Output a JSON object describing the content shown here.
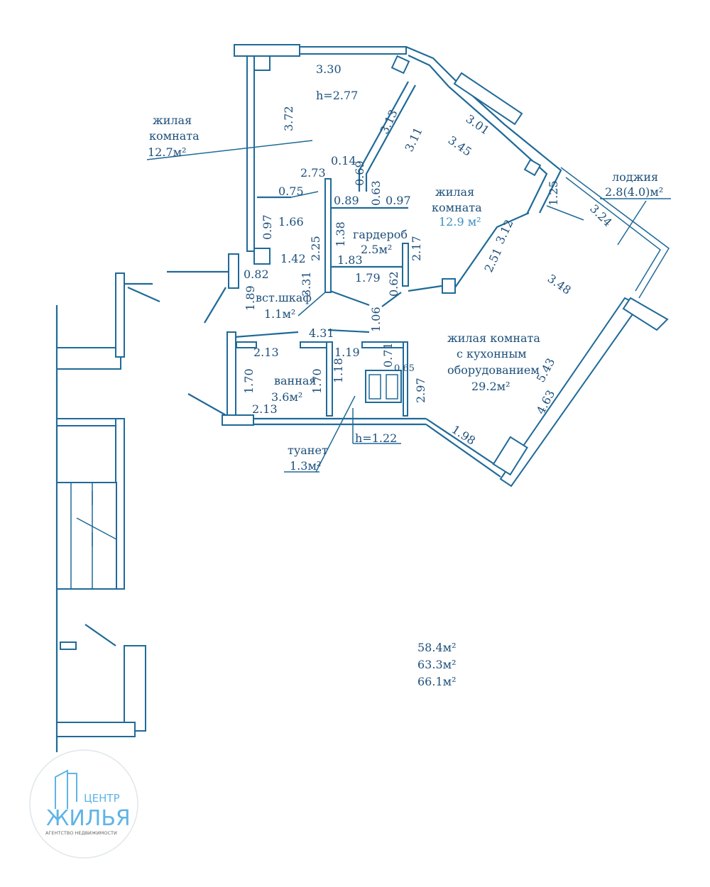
{
  "colors": {
    "line": "#1f6a98",
    "text": "#1d4f7a",
    "logo": "#5fb4e6"
  },
  "rooms": {
    "living1": {
      "name_line1": "жилая",
      "name_line2": "комната",
      "area": "12.7м²",
      "height": "h=2.77"
    },
    "living2": {
      "name_line1": "жилая",
      "name_line2": "комната",
      "area": "12.9 м²"
    },
    "loggia": {
      "name": "лоджия",
      "area": "2.8(4.0)м²"
    },
    "wardrobe": {
      "name": "гардероб",
      "area": "2.5м²"
    },
    "closet": {
      "name": "вст.шкаф",
      "area": "1.1м²"
    },
    "kitchen_living": {
      "name_line1": "жилая комната",
      "name_line2": "с кухонным",
      "name_line3": "оборудованием",
      "area": "29.2м²"
    },
    "bathroom": {
      "name": "ванная",
      "area": "3.6м²"
    },
    "toilet": {
      "name": "туанет",
      "area": "1.3м²",
      "height": "h=1.22"
    }
  },
  "dimensions": [
    "3.30",
    "3.72",
    "3.13",
    "3.11",
    "3.01",
    "3.45",
    "0.14",
    "2.73",
    "0.69",
    "0.63",
    "0.75",
    "0.89",
    "0.97",
    "0.97",
    "1.66",
    "1.38",
    "2.25",
    "1.42",
    "0.82",
    "1.83",
    "2.17",
    "3.31",
    "1.79",
    "0.62",
    "1.89",
    "1.06",
    "1.25",
    "3.24",
    "3.12",
    "2.51",
    "3.48",
    "4.31",
    "2.13",
    "1.19",
    "0.71",
    "0.65",
    "1.70",
    "1.18",
    "1.70",
    "2.97",
    "5.43",
    "4.63",
    "2.13",
    "1.98"
  ],
  "totals": [
    "58.4м²",
    "63.3м²",
    "66.1м²"
  ],
  "logo": {
    "line1": "ЦЕНТР",
    "line2": "ЖИЛЬЯ",
    "line3": "АГЕНТСТВО НЕДВИЖИМОСТИ"
  }
}
